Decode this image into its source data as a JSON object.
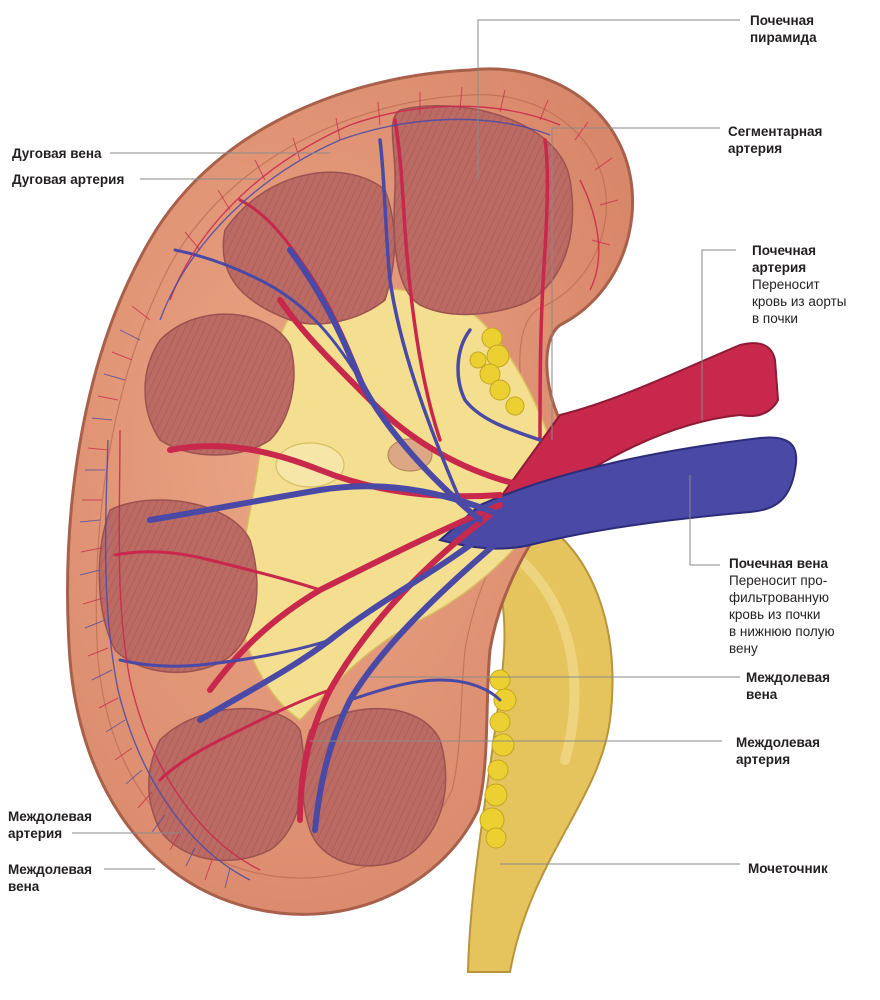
{
  "colors": {
    "cortex": "#e39a76",
    "cortex_dark": "#c9775a",
    "capsule": "#d88a66",
    "pyramid": "#bc6a64",
    "pyramid_stripe": "#a85a57",
    "sinus_fat": "#f3df8f",
    "ureter": "#e5c45e",
    "fat_lobules": "#ecd032",
    "artery": "#c8284c",
    "vein": "#4a4aa6",
    "leader_line": "#8a8a8a",
    "text": "#231f20"
  },
  "labels": {
    "renal_pyramid": {
      "lines": [
        "Почечная",
        "пирамида"
      ]
    },
    "segmental_artery": {
      "lines": [
        "Сегментарная",
        "артерия"
      ]
    },
    "renal_artery": {
      "lines": [
        "Почечная",
        "артерия"
      ],
      "desc": [
        "Переносит",
        "кровь из аорты",
        "в почки"
      ]
    },
    "renal_vein": {
      "lines": [
        "Почечная вена"
      ],
      "desc": [
        "Переносит про-",
        "фильтрованную",
        "кровь из почки",
        "в нижнюю полую",
        "вену"
      ]
    },
    "interlobar_vein_right": {
      "lines": [
        "Междолевая",
        "вена"
      ]
    },
    "interlobar_artery_right": {
      "lines": [
        "Междолевая",
        "артерия"
      ]
    },
    "ureter": {
      "lines": [
        "Мочеточник"
      ]
    },
    "arcuate_vein": {
      "lines": [
        "Дуговая вена"
      ]
    },
    "arcuate_artery": {
      "lines": [
        "Дуговая артерия"
      ]
    },
    "interlobar_artery_left": {
      "lines": [
        "Междолевая",
        "артерия"
      ]
    },
    "interlobar_vein_left": {
      "lines": [
        "Междолевая",
        "вена"
      ]
    }
  }
}
